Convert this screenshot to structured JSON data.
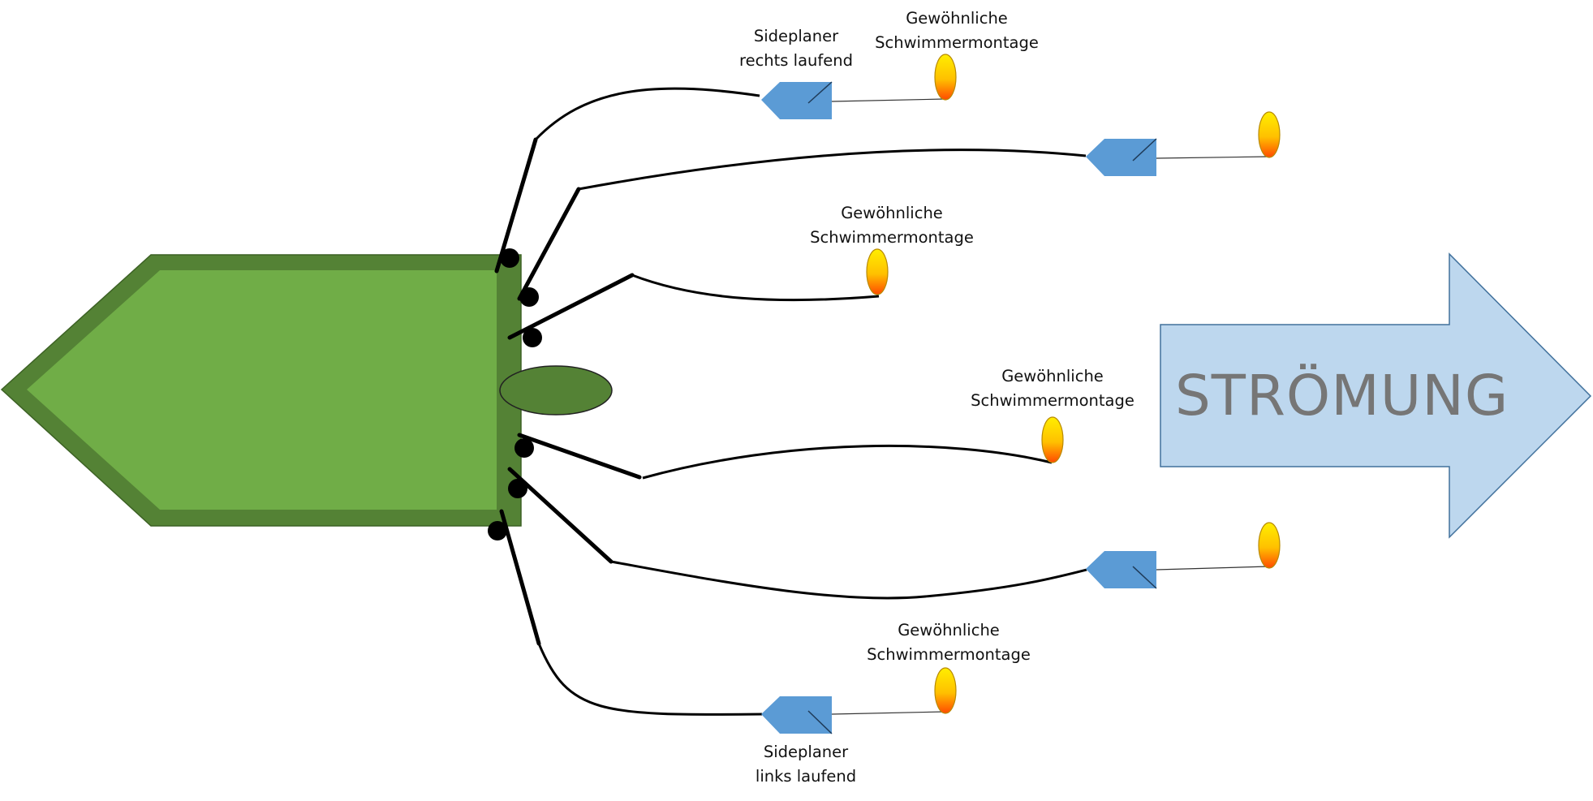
{
  "labels": {
    "sideplaner_right": [
      "Sideplaner",
      "rechts laufend"
    ],
    "sideplaner_left": [
      "Sideplaner",
      "links laufend"
    ],
    "float_rig": [
      "Gewöhnliche",
      "Schwimmermontage"
    ]
  },
  "flow": {
    "text": "STRÖMUNG"
  },
  "colors": {
    "boat_outer": "#548235",
    "boat_inner": "#70ad47",
    "planer": "#5b9bd5",
    "flow_arrow_fill": "#bdd7ee",
    "flow_arrow_stroke": "#41719c",
    "flow_text": "#767676",
    "float_top": "#ffee00",
    "float_bottom": "#ff4a00",
    "line": "#000000"
  },
  "icons": [
    "boat-shape",
    "sideplaner-icon",
    "float-icon",
    "rod-holder-icon",
    "flow-arrow-icon"
  ]
}
